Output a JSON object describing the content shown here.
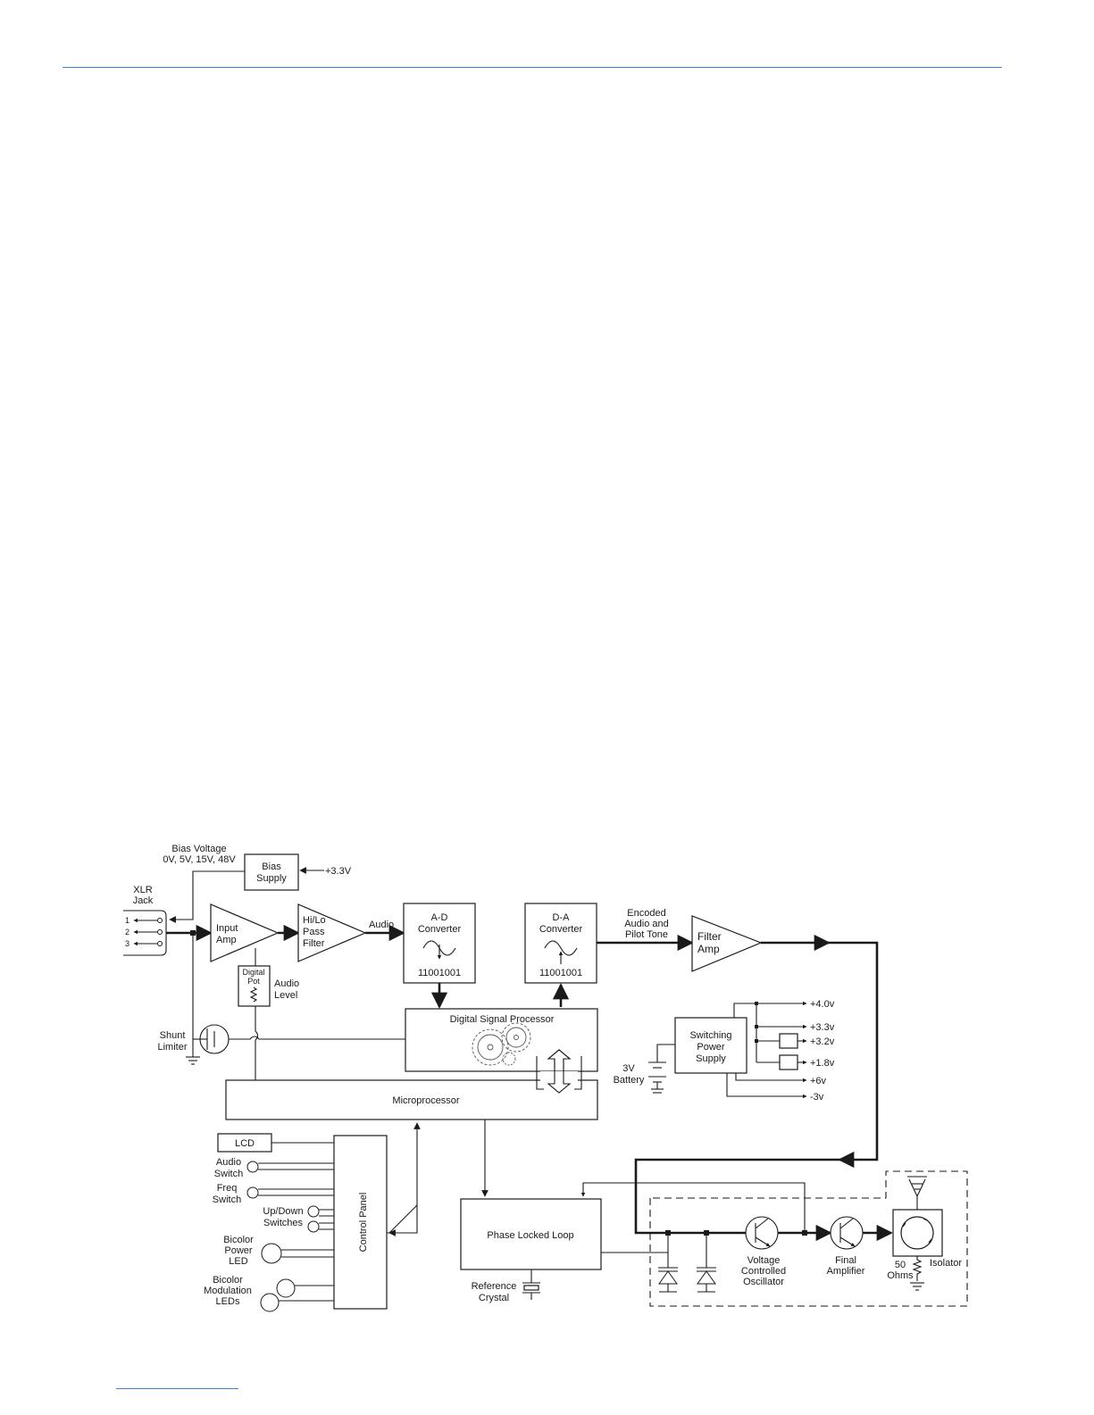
{
  "header_rule_color": "#3a7fd5",
  "blocks": {
    "bias_voltage": [
      "Bias Voltage",
      "0V, 5V, 15V, 48V"
    ],
    "bias_supply": [
      "Bias",
      "Supply"
    ],
    "plus_3_3V": "+3.3V",
    "xlr_jack": [
      "XLR",
      "Jack"
    ],
    "xlr_pins": [
      "1",
      "2",
      "3"
    ],
    "input_amp": [
      "Input",
      "Amp"
    ],
    "hi_lo_filter": [
      "Hi/Lo",
      "Pass",
      "Filter"
    ],
    "audio": "Audio",
    "ad_converter": [
      "A-D",
      "Converter"
    ],
    "ad_bits": "11001001",
    "da_converter": [
      "D-A",
      "Converter"
    ],
    "da_bits": "11001001",
    "encoded_audio": [
      "Encoded",
      "Audio and",
      "Pilot Tone"
    ],
    "filter_amp": [
      "Filter",
      "Amp"
    ],
    "digital_pot": [
      "Digital",
      "Pot"
    ],
    "audio_level": [
      "Audio",
      "Level"
    ],
    "dsp": "Digital Signal Processor",
    "shunt_limiter": [
      "Shunt",
      "Limiter"
    ],
    "microprocessor": "Microprocessor",
    "switching_power_supply": [
      "Switching",
      "Power",
      "Supply"
    ],
    "battery": [
      "3V",
      "Battery"
    ],
    "voltages": [
      "+4.0v",
      "+3.3v",
      "+3.2v",
      "+1.8v",
      "+6v",
      "-3v"
    ],
    "lcd": "LCD",
    "audio_switch": [
      "Audio",
      "Switch"
    ],
    "freq_switch": [
      "Freq",
      "Switch"
    ],
    "updown_switches": [
      "Up/Down",
      "Switches"
    ],
    "bicolor_power_led": [
      "Bicolor",
      "Power",
      "LED"
    ],
    "bicolor_modulation_leds": [
      "Bicolor",
      "Modulation",
      "LEDs"
    ],
    "control_panel": "Control Panel",
    "pll": "Phase Locked Loop",
    "reference_crystal": [
      "Reference",
      "Crystal"
    ],
    "vco": [
      "Voltage",
      "Controlled",
      "Oscillator"
    ],
    "final_amplifier": [
      "Final",
      "Amplifier"
    ],
    "ohms": [
      "50",
      "Ohms"
    ],
    "isolator": "Isolator"
  }
}
